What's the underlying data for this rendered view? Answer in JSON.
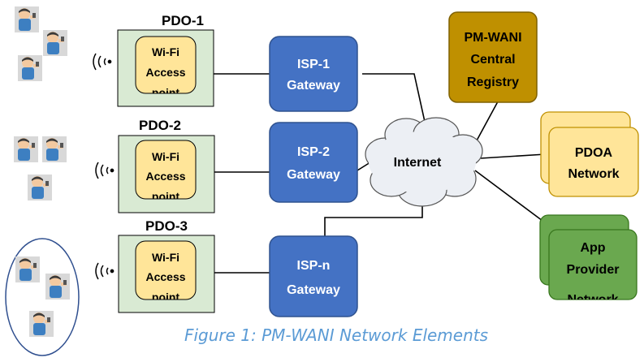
{
  "pdos": [
    {
      "title": "PDO-1",
      "ap_line1": "Wi-Fi",
      "ap_line2": "Access",
      "ap_line3": "point"
    },
    {
      "title": "PDO-2",
      "ap_line1": "Wi-Fi",
      "ap_line2": "Access",
      "ap_line3": "point"
    },
    {
      "title": "PDO-3",
      "ap_line1": "Wi-Fi",
      "ap_line2": "Access",
      "ap_line3": "point"
    }
  ],
  "gateways": [
    {
      "line1": "ISP-1",
      "line2": "Gateway"
    },
    {
      "line1": "ISP-2",
      "line2": "Gateway"
    },
    {
      "line1": "ISP-n",
      "line2": "Gateway"
    }
  ],
  "internet": "Internet",
  "registry": {
    "line1": "PM-WANI",
    "line2": "Central",
    "line3": "Registry"
  },
  "pdoa": {
    "line1": "PDOA",
    "line2": "Network"
  },
  "app_provider": {
    "line1": "App",
    "line2": "Provider",
    "line3": "Network"
  },
  "caption": "Figure 1: PM-WANI Network Elements",
  "colors": {
    "pdo_fill": "#d9ead3",
    "ap_fill": "#ffe599",
    "isp_fill": "#4472c4",
    "registry_fill": "#bf9000",
    "pdoa_fill": "#ffe599",
    "app_fill": "#6aa84f",
    "cloud_fill": "#eceff4",
    "caption": "#5b9bd5"
  },
  "icons": [
    "user-icon",
    "wifi-signal-icon",
    "cloud-icon"
  ]
}
